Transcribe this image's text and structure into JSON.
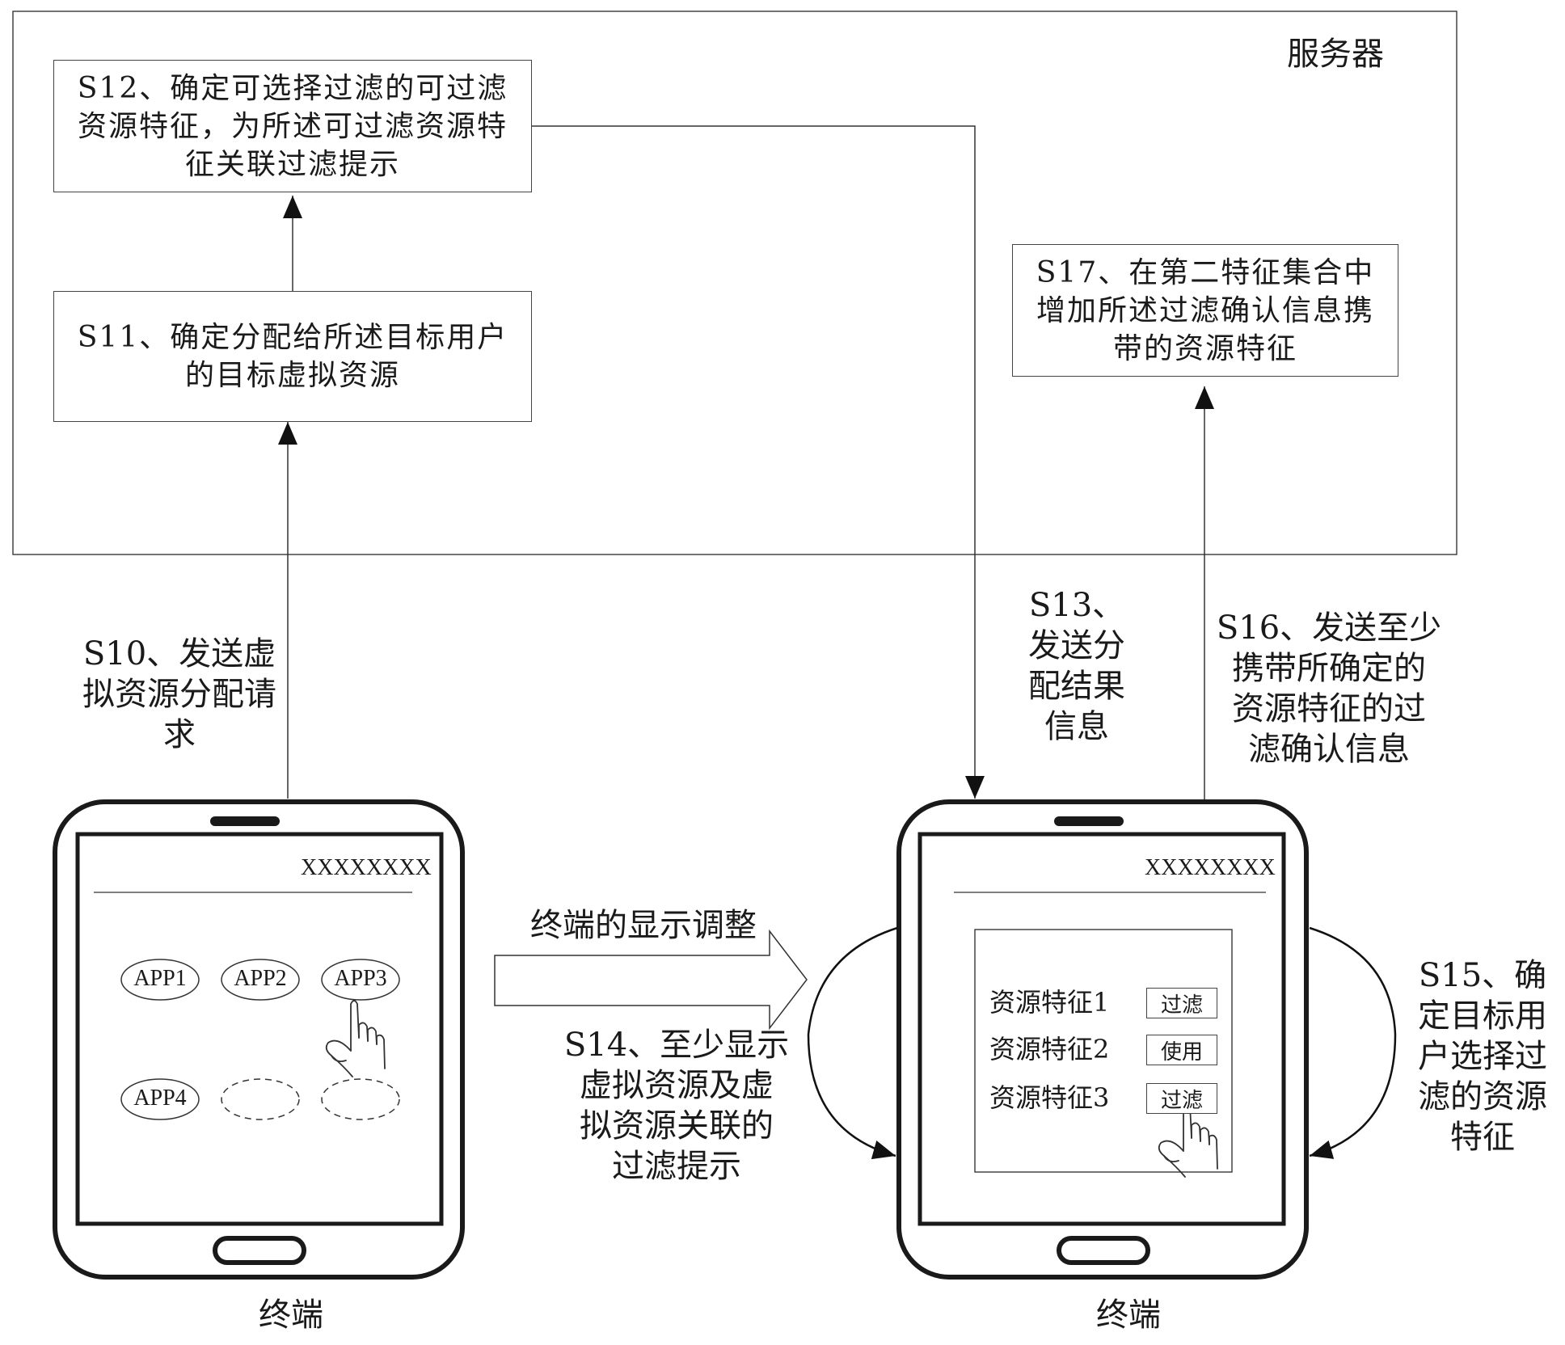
{
  "server": {
    "title": "服务器",
    "s12": "S12、确定可选择过滤的可过滤\n资源特征，为所述可过滤资源特\n征关联过滤提示",
    "s11": "S11、确定分配给所述目标用户\n的目标虚拟资源",
    "s17": "S17、在第二特征集合中\n增加所述过滤确认信息携\n带的资源特征"
  },
  "steps": {
    "s10": "S10、发送虚\n拟资源分配请\n求",
    "s13": "S13、\n发送分\n配结果\n信息",
    "s16": "S16、发送至少\n携带所确定的\n资源特征的过\n滤确认信息",
    "display_adjust": "终端的显示调整",
    "s14": "S14、至少显示\n虚拟资源及虚\n拟资源关联的\n过滤提示",
    "s15": "S15、确\n定目标用\n户选择过\n滤的资源\n特征"
  },
  "terminal_left": {
    "label": "终端",
    "header_text": "XXXXXXXX",
    "apps": [
      "APP1",
      "APP2",
      "APP3",
      "APP4"
    ]
  },
  "terminal_right": {
    "label": "终端",
    "header_text": "XXXXXXXX",
    "features": [
      {
        "name": "资源特征1",
        "button": "过滤"
      },
      {
        "name": "资源特征2",
        "button": "使用"
      },
      {
        "name": "资源特征3",
        "button": "过滤"
      }
    ]
  }
}
